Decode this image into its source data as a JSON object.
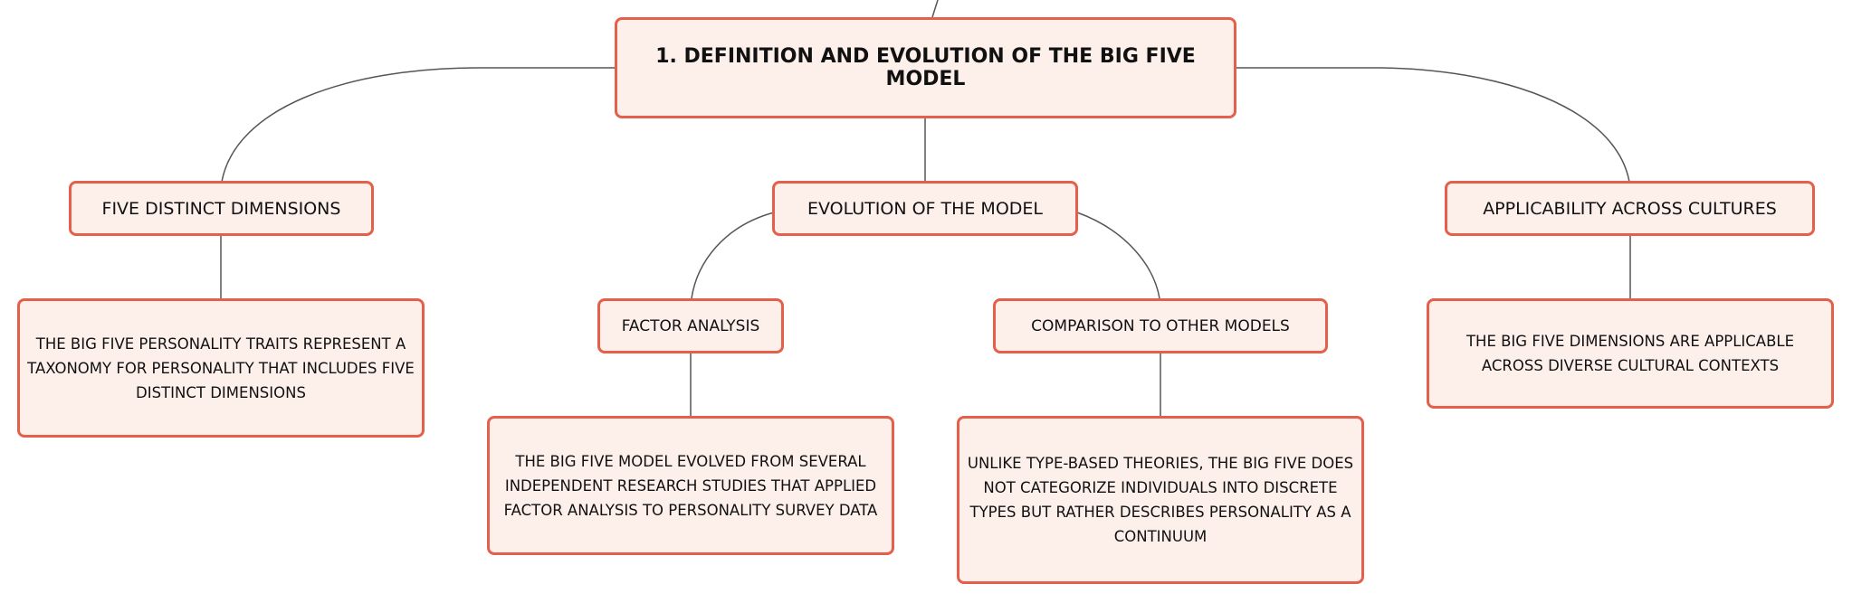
{
  "colors": {
    "node_fill": "#fdf0eb",
    "node_border": "#e4604a",
    "connector": "#555555",
    "text": "#111111"
  },
  "root": {
    "label": "1. DEFINITION AND EVOLUTION OF THE BIG FIVE MODEL"
  },
  "topics": {
    "five_dimensions": {
      "label": "FIVE DISTINCT DIMENSIONS",
      "detail": "THE BIG FIVE PERSONALITY TRAITS REPRESENT A TAXONOMY FOR PERSONALITY THAT INCLUDES FIVE DISTINCT DIMENSIONS"
    },
    "evolution": {
      "label": "EVOLUTION OF THE MODEL",
      "factor_analysis": {
        "label": "FACTOR ANALYSIS",
        "detail": "THE BIG FIVE MODEL EVOLVED FROM SEVERAL INDEPENDENT RESEARCH STUDIES THAT APPLIED FACTOR ANALYSIS TO PERSONALITY SURVEY DATA"
      },
      "comparison": {
        "label": "COMPARISON TO OTHER MODELS",
        "detail": "UNLIKE TYPE-BASED THEORIES, THE BIG FIVE DOES NOT CATEGORIZE INDIVIDUALS INTO DISCRETE TYPES BUT RATHER DESCRIBES PERSONALITY AS A CONTINUUM"
      }
    },
    "cultures": {
      "label": "APPLICABILITY ACROSS CULTURES",
      "detail": "THE BIG FIVE DIMENSIONS ARE APPLICABLE ACROSS DIVERSE CULTURAL CONTEXTS"
    }
  }
}
